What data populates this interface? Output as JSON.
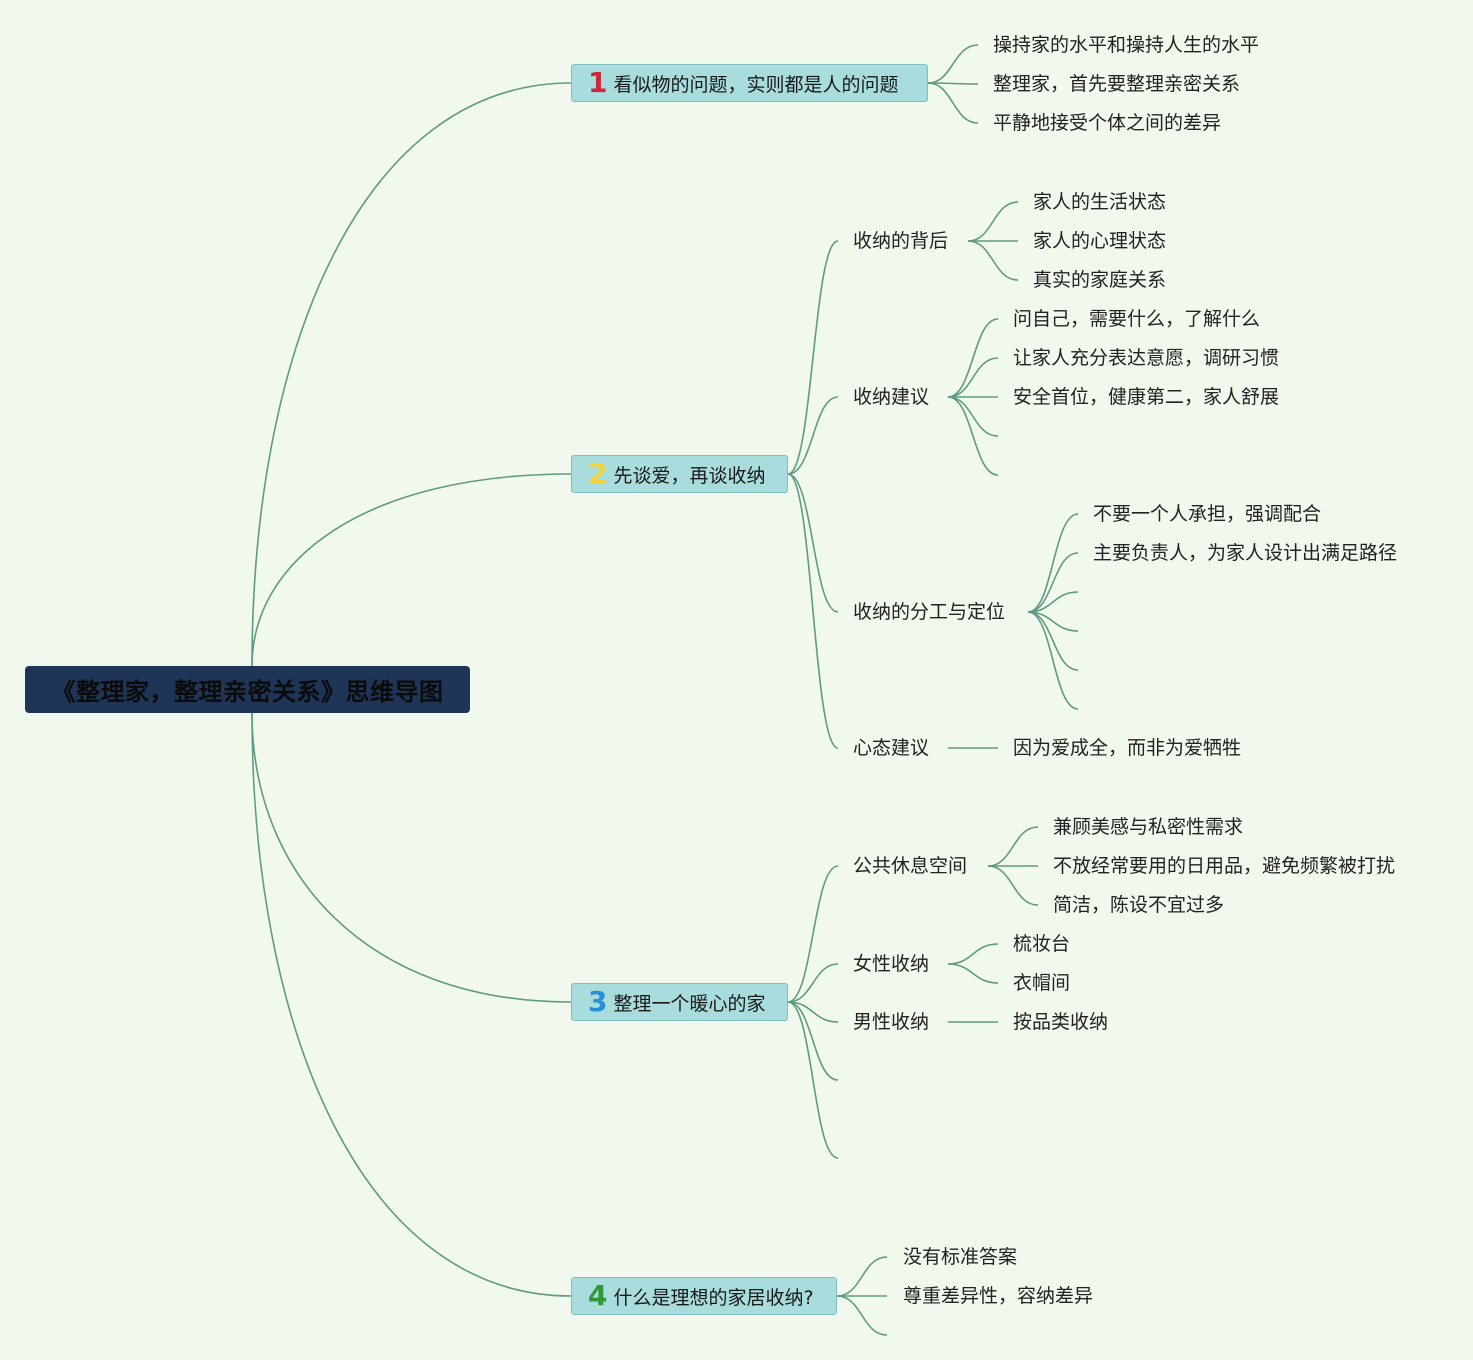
{
  "root": {
    "title": "《整理家，整理亲密关系》思维导图"
  },
  "branches": [
    {
      "number": "1",
      "number_color": "#d0263a",
      "label": "看似物的问题，实则都是人的问题",
      "children": [
        {
          "label": "操持家的水平和操持人生的水平"
        },
        {
          "label": "整理家，首先要整理亲密关系"
        },
        {
          "label": "平静地接受个体之间的差异"
        }
      ]
    },
    {
      "number": "2",
      "number_color": "#f3d23a",
      "label": "先谈爱，再谈收纳",
      "children": [
        {
          "label": "收纳的背后",
          "children": [
            "家人的生活状态",
            "家人的心理状态",
            "真实的家庭关系"
          ]
        },
        {
          "label": "收纳建议",
          "children": [
            "问自己，需要什么，了解什么",
            "让家人充分表达意愿，调研习惯",
            "安全首位，健康第二，家人舒展",
            "",
            ""
          ]
        },
        {
          "label": "收纳的分工与定位",
          "children": [
            "不要一个人承担，强调配合",
            "主要负责人，为家人设计出满足路径",
            "",
            "",
            "",
            ""
          ]
        },
        {
          "label": "心态建议",
          "children": [
            "因为爱成全，而非为爱牺牲"
          ]
        }
      ]
    },
    {
      "number": "3",
      "number_color": "#2a8fd6",
      "label": "整理一个暖心的家",
      "children": [
        {
          "label": "公共休息空间",
          "children": [
            "兼顾美感与私密性需求",
            "不放经常要用的日用品，避免频繁被打扰",
            "简洁，陈设不宜过多"
          ]
        },
        {
          "label": "女性收纳",
          "children": [
            "梳妆台",
            "衣帽间"
          ]
        },
        {
          "label": "男性收纳",
          "children": [
            "按品类收纳"
          ]
        },
        {
          "label": "",
          "children": []
        },
        {
          "label": "",
          "children": []
        }
      ]
    },
    {
      "number": "4",
      "number_color": "#2e9a3a",
      "label": "什么是理想的家居收纳?",
      "children": [
        {
          "label": "没有标准答案"
        },
        {
          "label": "尊重差异性，容纳差异"
        },
        {
          "label": ""
        }
      ]
    }
  ]
}
